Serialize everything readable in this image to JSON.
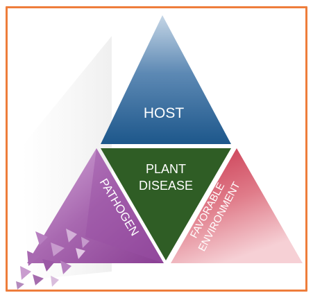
{
  "diagram": {
    "host_label": "HOST",
    "center_label_line1": "PLANT",
    "center_label_line2": "DISEASE",
    "pathogen_label": "PATHOGEN",
    "environment_label_line1": "FAVORABLE",
    "environment_label_line2": "ENVIRONMENT"
  },
  "colors": {
    "frame_border": "#ee7d3b",
    "host_top": "#b7cde0",
    "host_bottom": "#1f5a8e",
    "center": "#2f5d25",
    "pathogen_top": "#c795cc",
    "pathogen_bottom": "#8b3f94",
    "environment_top": "#cc3e55",
    "environment_bottom": "#f3c3c9"
  }
}
